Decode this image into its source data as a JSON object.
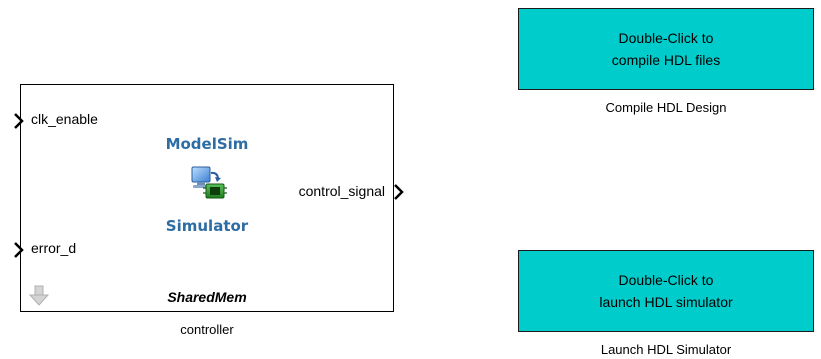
{
  "cosim_block": {
    "input_ports": [
      "clk_enable",
      "error_d"
    ],
    "output_ports": [
      "control_signal"
    ],
    "title_top": "ModelSim",
    "title_bottom": "Simulator",
    "connection_mode": "SharedMem",
    "name": "controller",
    "icon": "modelsim-simulator-icon",
    "mask_icon": "down-arrow-icon"
  },
  "compile_block": {
    "line1": "Double-Click to",
    "line2": "compile HDL files",
    "name": "Compile HDL Design"
  },
  "launch_block": {
    "line1": "Double-Click to",
    "line2": "launch HDL simulator",
    "name": "Launch HDL Simulator"
  },
  "colors": {
    "action_block_fill": "#00cccc",
    "modelsim_text": "#2e6da4",
    "border": "#000000"
  }
}
